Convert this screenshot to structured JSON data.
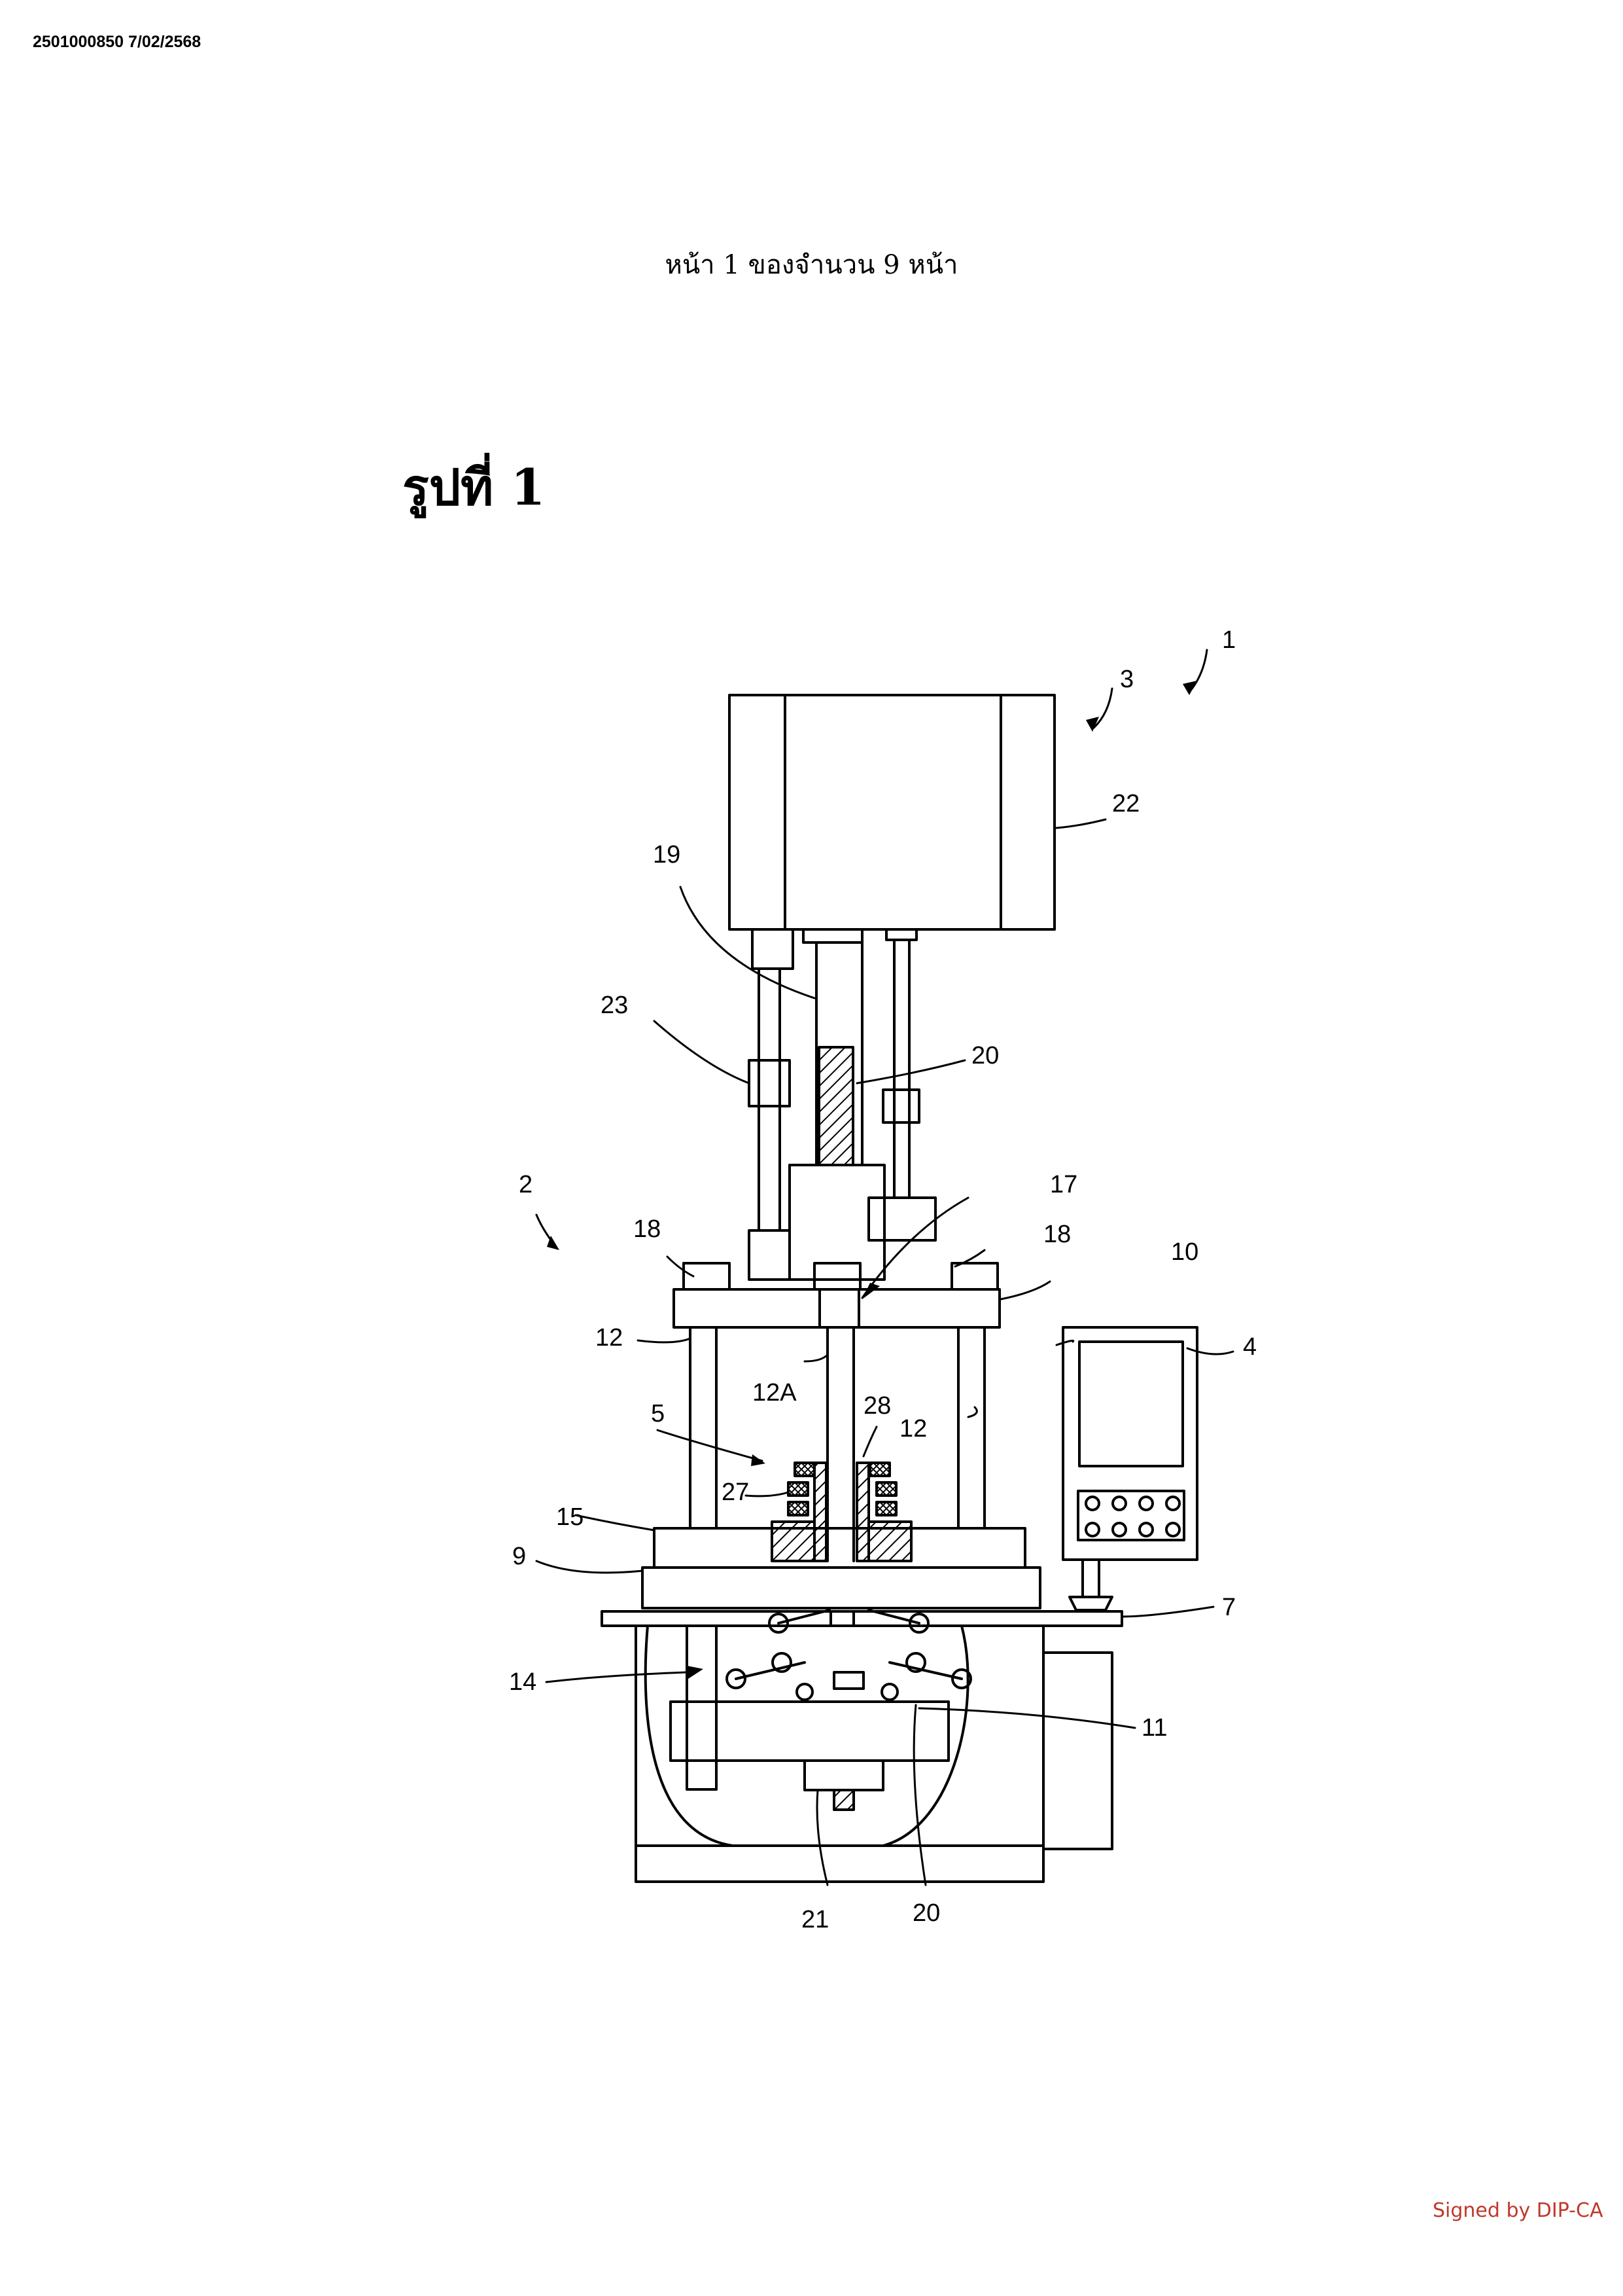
{
  "header": {
    "document_id": "2501000850 7/02/2568",
    "page_indicator": "หน้า 1 ของจำนวน 9 หน้า"
  },
  "figure": {
    "title": "รูปที่ 1",
    "reference_labels": [
      "1",
      "2",
      "3",
      "4",
      "5",
      "7",
      "9",
      "10",
      "11",
      "12",
      "12",
      "12A",
      "14",
      "15",
      "17",
      "18",
      "18",
      "19",
      "20",
      "20",
      "21",
      "22",
      "23",
      "27",
      "28"
    ]
  },
  "footer": {
    "signature": "Signed by DIP-CA",
    "signature_color": "#c0392b"
  }
}
